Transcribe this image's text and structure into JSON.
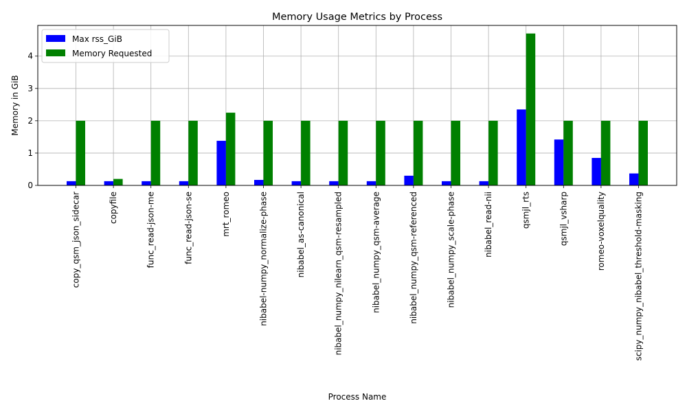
{
  "chart_data": {
    "type": "bar",
    "title": "Memory Usage Metrics by Process",
    "xlabel": "Process Name",
    "ylabel": "Memory in GiB",
    "ylim": [
      0,
      4.95
    ],
    "yticks": [
      "0",
      "1",
      "2",
      "3",
      "4"
    ],
    "grid": true,
    "legend_position": "top-left",
    "categories": [
      "copy_qsm_json_sidecar",
      "copyfile",
      "func_read-json-me",
      "func_read-json-se",
      "mrt_romeo",
      "nibabel-numpy_normalize-phase",
      "nibabel_as-canonical",
      "nibabel_numpy_nilearn_qsm-resampled",
      "nibabel_numpy_qsm-average",
      "nibabel_numpy_qsm-referenced",
      "nibabel_numpy_scale-phase",
      "nibabel_read-nii",
      "qsmjl_rts",
      "qsmjl_vsharp",
      "romeo-voxelquality",
      "scipy_numpy_nibabel_threshold-masking"
    ],
    "series": [
      {
        "name": "Max rss_GiB",
        "color": "#0000ff",
        "values": [
          0.13,
          0.13,
          0.13,
          0.13,
          1.38,
          0.17,
          0.13,
          0.13,
          0.13,
          0.3,
          0.13,
          0.13,
          2.35,
          1.42,
          0.85,
          0.37
        ]
      },
      {
        "name": "Memory Requested",
        "color": "#008000",
        "values": [
          2.0,
          0.2,
          2.0,
          2.0,
          2.25,
          2.0,
          2.0,
          2.0,
          2.0,
          2.0,
          2.0,
          2.0,
          4.7,
          2.0,
          2.0,
          2.0
        ]
      }
    ]
  }
}
